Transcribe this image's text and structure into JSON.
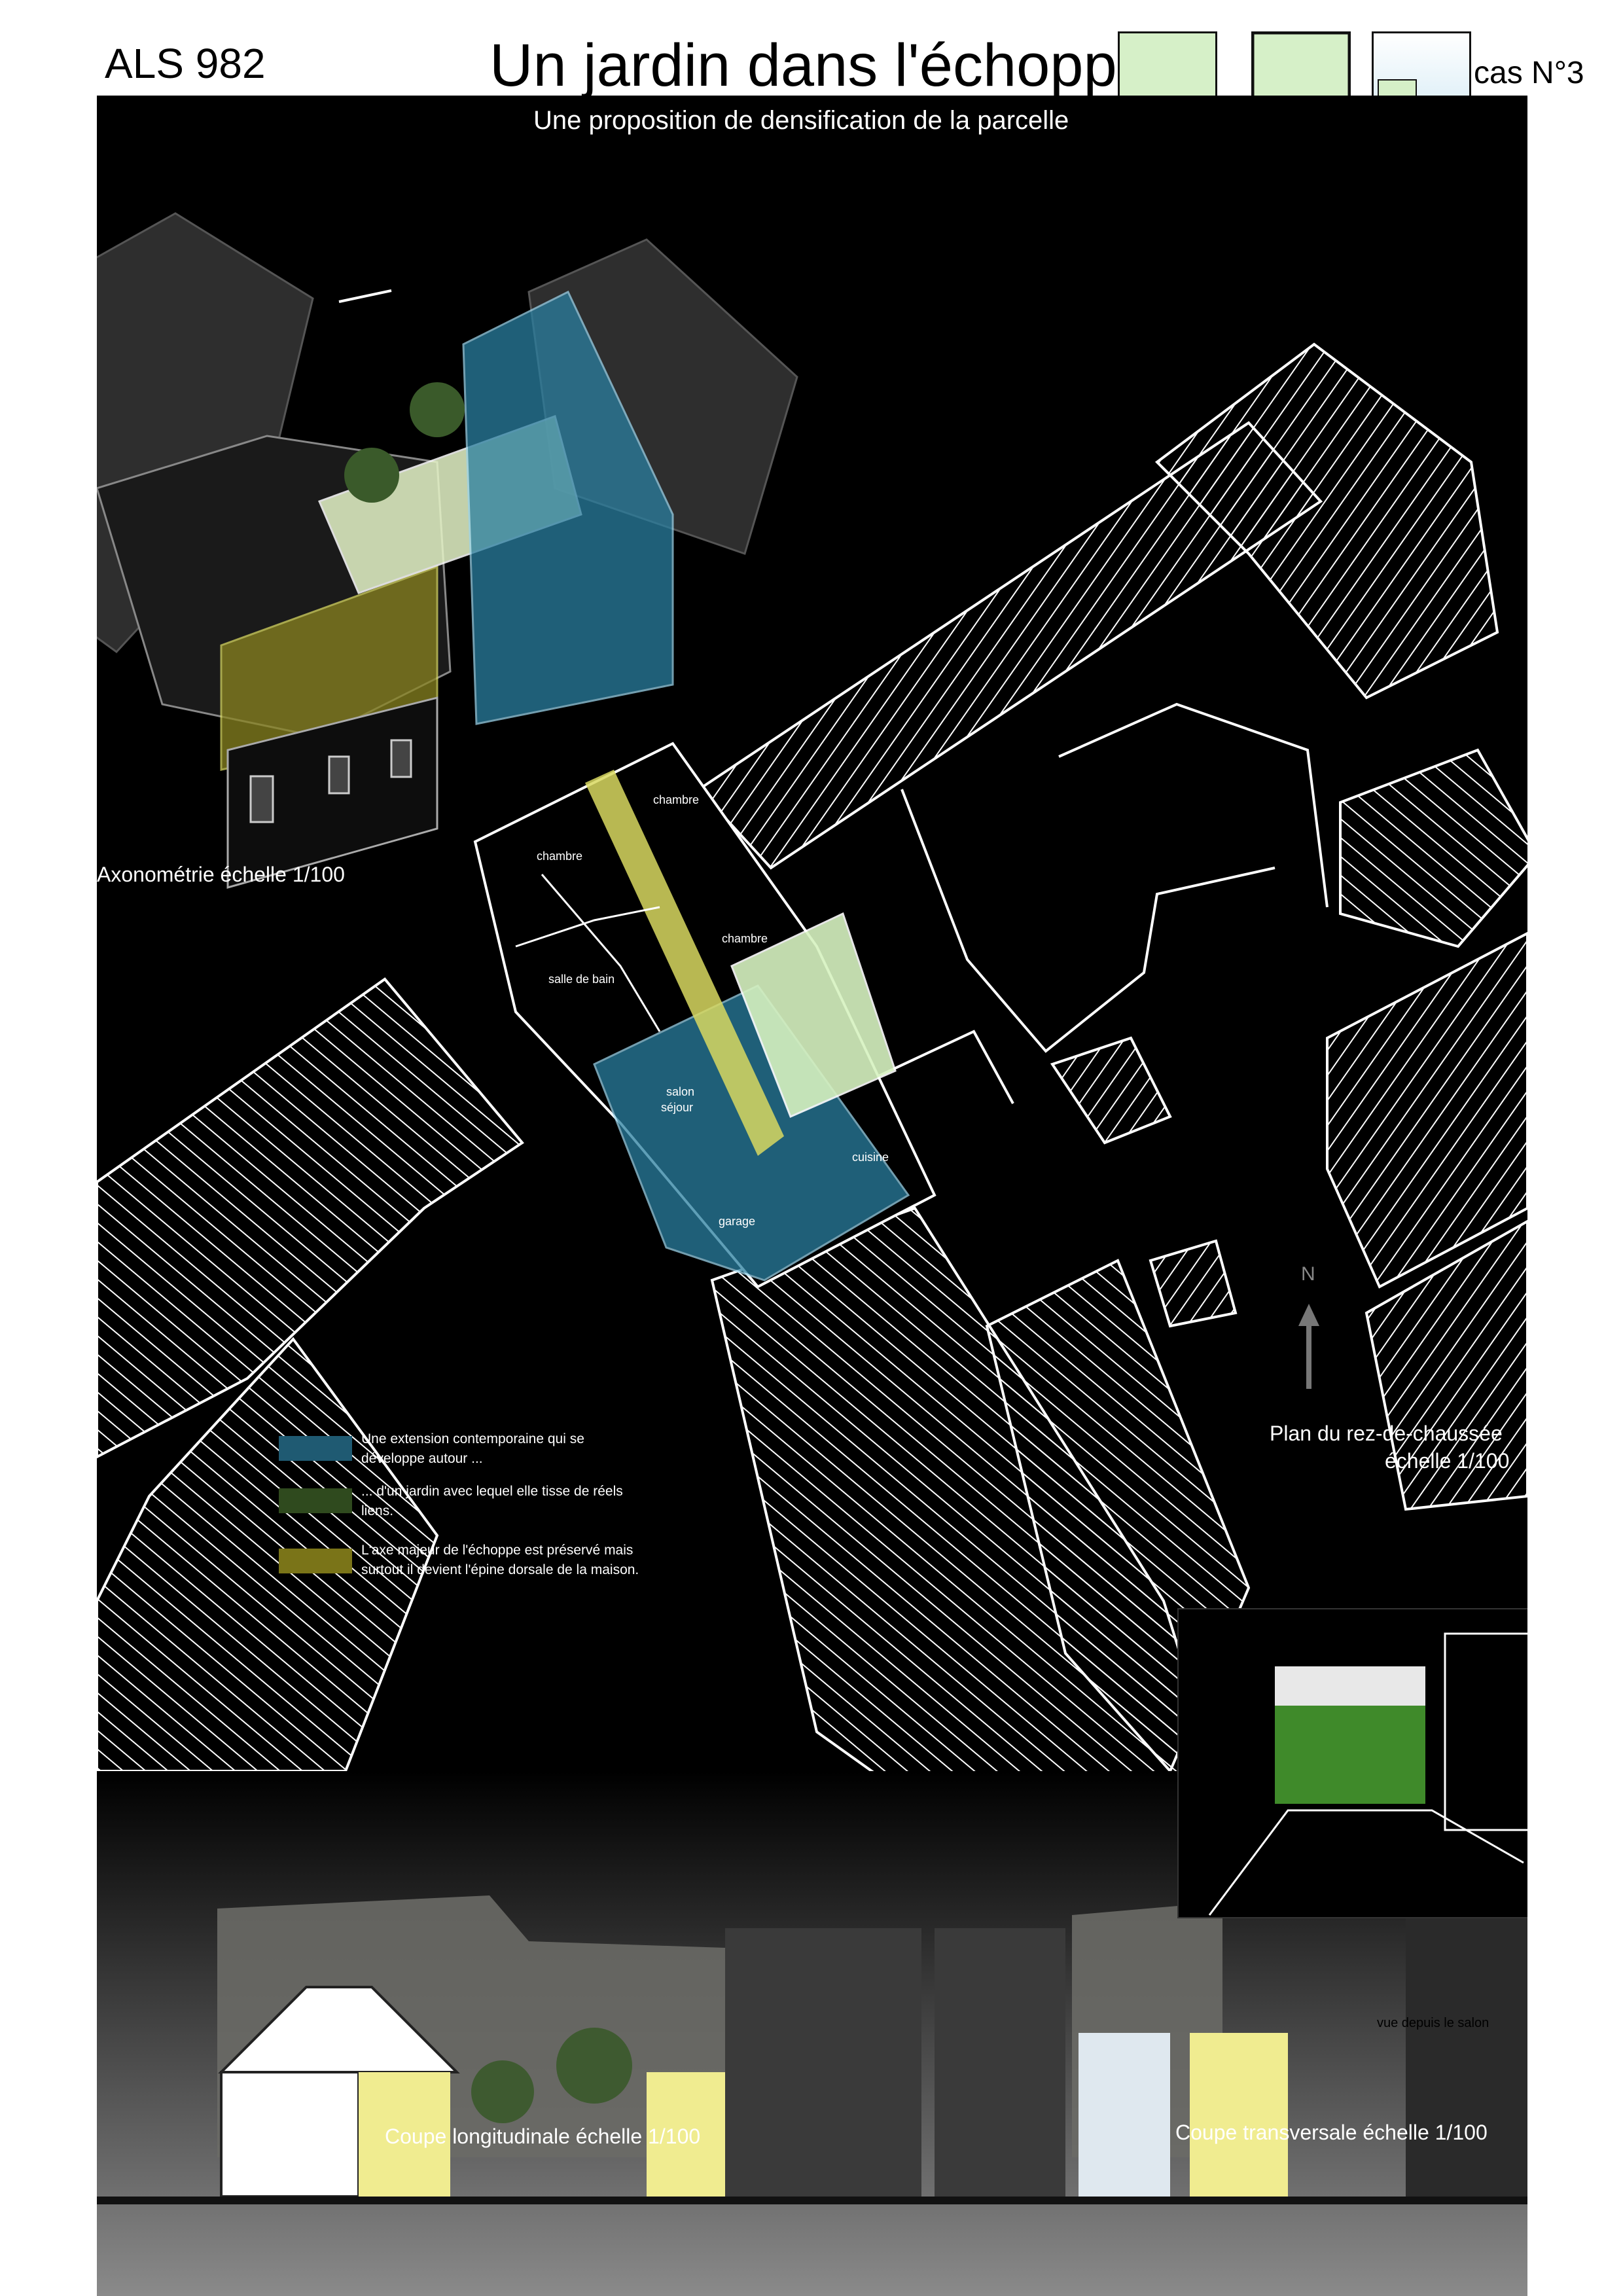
{
  "header": {
    "code": "ALS 982",
    "title": "Un jardin dans l'échoppe",
    "subtitle": "Une proposition de densification de la parcelle",
    "case": "cas N°3"
  },
  "labels": {
    "axonometry": "Axonométrie  échelle 1/100",
    "plan_title": "Plan du rez-de-chaussée",
    "plan_scale": "échelle 1/100",
    "north": "N",
    "section_long": "Coupe longitudinale  échelle 1/100",
    "section_trans": "Coupe transversale  échelle 1/100",
    "view": "vue depuis le salon"
  },
  "rooms": [
    "chambre",
    "chambre",
    "chambre",
    "salle de bain",
    "salon",
    "séjour",
    "cuisine",
    "garage"
  ],
  "legend": [
    {
      "color": "#1f5a72",
      "text": "Une extension contemporaine qui se développe autour ..."
    },
    {
      "color": "#2f4a1e",
      "text": "... d'un jardin avec lequel elle tisse de réels liens."
    },
    {
      "color": "#7a7418",
      "text": "L'axe majeur de l'échoppe est préservé mais surtout il devient l'épine dorsale de la maison."
    }
  ],
  "colors": {
    "extension": "#3a8fb0",
    "garden": "#d6f2c0",
    "axis": "#d8d860",
    "background": "#000000"
  }
}
